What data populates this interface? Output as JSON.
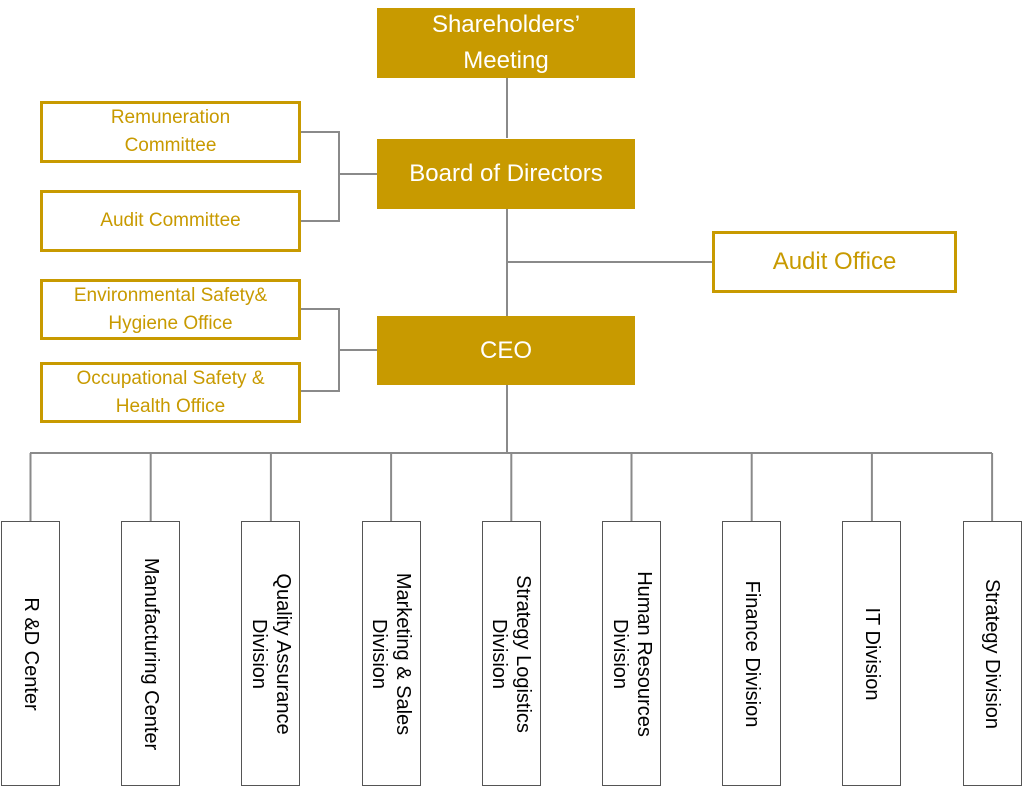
{
  "top": {
    "shareholders": "Shareholders’\nMeeting",
    "board": "Board of Directors",
    "ceo": "CEO"
  },
  "committees": {
    "remuneration": "Remuneration\nCommittee",
    "audit": "Audit Committee",
    "env_safety": "Environmental Safety&\nHygiene Office",
    "occ_safety": "Occupational Safety &\nHealth Office"
  },
  "audit_office": "Audit Office",
  "divisions": [
    "R &D Center",
    "Manufacturing Center",
    "Quality Assurance\nDivision",
    "Marketing & Sales\nDivision",
    "Strategy Logistics\nDivision",
    "Human Resources\nDivision",
    "Finance Division",
    "IT Division",
    "Strategy Division"
  ],
  "colors": {
    "gold": "#c89a00",
    "line": "#8a8a8a",
    "white": "#ffffff"
  }
}
